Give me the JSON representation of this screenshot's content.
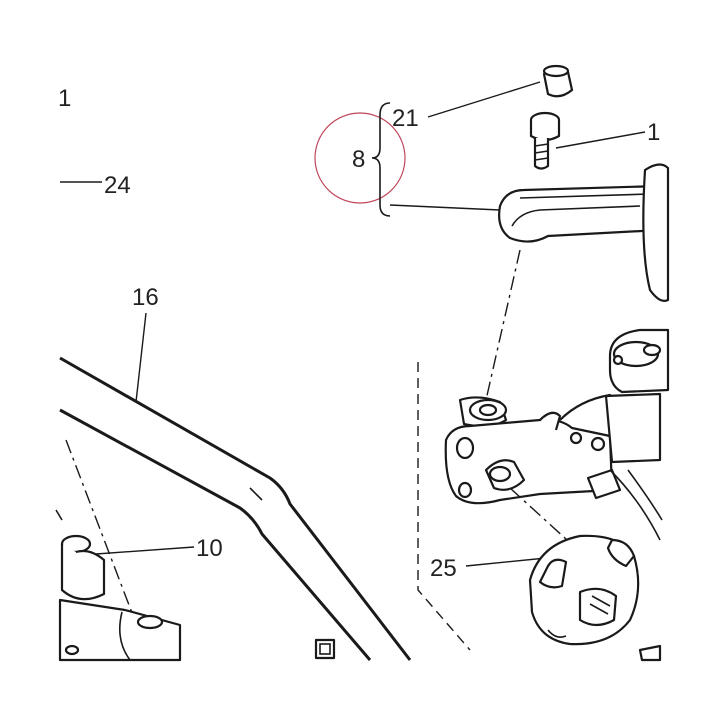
{
  "diagram": {
    "callouts": {
      "c1_left": "1",
      "c24": "24",
      "c21": "21",
      "c8": "8",
      "c1_right": "1",
      "c16": "16",
      "c10": "10",
      "c25": "25"
    },
    "highlight_color": "#c0455a",
    "line_color": "#1a1a1a"
  }
}
